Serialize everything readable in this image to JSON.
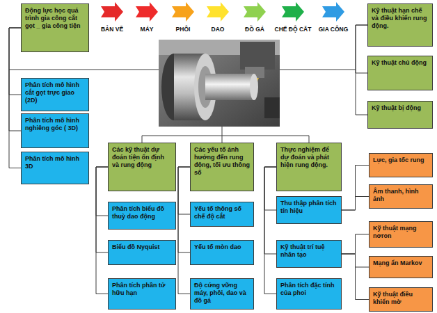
{
  "diagram": {
    "nodes": [
      {
        "text": [
          "Động lực học quá trình gia công cắt gọt _ gia công tiện"
        ]
      },
      {
        "text": [
          "Kỹ thuật hạn chế và điều khiển rung động."
        ]
      },
      {
        "text": [
          "Kỹ thuật chủ động"
        ]
      },
      {
        "text": [
          "Kỹ thuật bị động"
        ]
      },
      {
        "text": [
          "Phân tích mô hình cắt gọt trực giao (2D)"
        ]
      },
      {
        "text": [
          "Phân tích mô hình nghiêng góc ( 3D)"
        ]
      },
      {
        "text": [
          "Phân tích mô hình 3D"
        ]
      },
      {
        "text": [
          "Các kỹ thuật dự đoán tiện ổn định và rung động"
        ]
      },
      {
        "text": [
          "Các yếu tố ảnh hưởng đến rung động, tối ưu thông số"
        ]
      },
      {
        "text": [
          "Thực nghiệm để dự đoán và phát hiện rung động."
        ]
      },
      {
        "text": [
          "Lực, gia tốc rung"
        ]
      },
      {
        "text": [
          "Âm thanh, hình ảnh"
        ]
      },
      {
        "text": [
          "Thu thập phân tích tín hiệu"
        ]
      },
      {
        "text": [
          "Phân tích biểu đồ thuỳ dao động"
        ]
      },
      {
        "text": [
          "Yếu tố thông số chế độ cắt"
        ]
      },
      {
        "text": [
          "Kỹ thuật mạng nơron"
        ]
      },
      {
        "text": [
          "Biểu đồ Nyquist"
        ]
      },
      {
        "text": [
          "Yếu tố mòn dao"
        ]
      },
      {
        "text": [
          "Kỹ thuật trí tuệ nhân tạo"
        ]
      },
      {
        "text": [
          "Mạng ẩn Markov"
        ]
      },
      {
        "text": [
          "Phân tích phần tử hữu hạn"
        ]
      },
      {
        "text": [
          "Độ cứng vững máy, phôi, dao và đồ gá"
        ]
      },
      {
        "text": [
          "Phân tích đặc tính của phoi"
        ]
      },
      {
        "text": [
          "Kỹ thuật điều khiển mờ"
        ]
      }
    ],
    "edges": [
      {
        "from": 0,
        "to": 4,
        "arrow": "none"
      },
      {
        "from": 0,
        "to": 5,
        "arrow": "none"
      },
      {
        "from": 0,
        "to": 6,
        "arrow": "none"
      },
      {
        "from": 1,
        "to": 2,
        "arrow": "none"
      },
      {
        "from": 1,
        "to": 3,
        "arrow": "none"
      },
      {
        "from": 7,
        "to": 13,
        "arrow": "none"
      },
      {
        "from": 7,
        "to": 16,
        "arrow": "none"
      },
      {
        "from": 7,
        "to": 20,
        "arrow": "none"
      },
      {
        "from": 8,
        "to": 14,
        "arrow": "none"
      },
      {
        "from": 8,
        "to": 17,
        "arrow": "none"
      },
      {
        "from": 8,
        "to": 21,
        "arrow": "none"
      },
      {
        "from": 9,
        "to": 12,
        "arrow": "none"
      },
      {
        "from": 9,
        "to": 18,
        "arrow": "none"
      },
      {
        "from": 9,
        "to": 22,
        "arrow": "none"
      },
      {
        "from": 12,
        "to": 10,
        "arrow": "none"
      },
      {
        "from": 12,
        "to": 11,
        "arrow": "none"
      },
      {
        "from": 18,
        "to": 15,
        "arrow": "none"
      },
      {
        "from": 18,
        "to": 19,
        "arrow": "none"
      },
      {
        "from": 18,
        "to": 23,
        "arrow": "none"
      }
    ],
    "labels": [
      "BẢN VẼ",
      "MÁY",
      "PHÔI",
      "DAO",
      "ĐỒ GÁ",
      "CHẾ ĐỘ CẮT",
      "GIA CÔNG"
    ]
  }
}
